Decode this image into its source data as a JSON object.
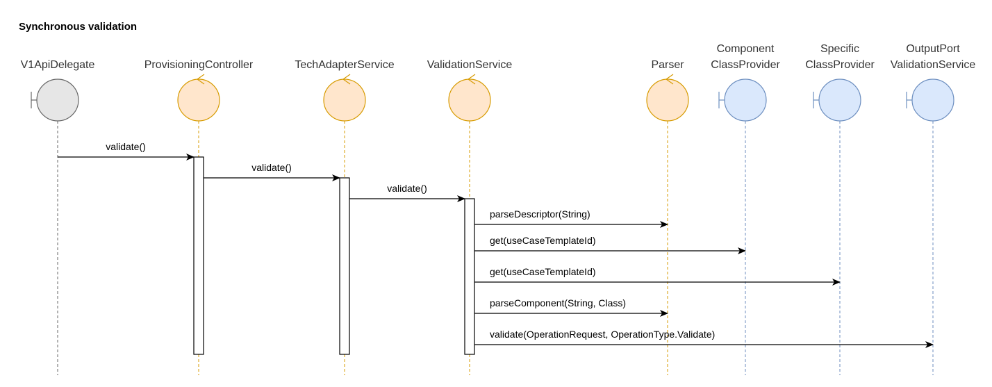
{
  "diagram": {
    "title": "Synchronous validation",
    "participants": [
      {
        "id": "v1api",
        "name": [
          "V1ApiDelegate"
        ],
        "kind": "boundary",
        "fill": "#e6e6e6",
        "stroke": "#666666",
        "lifeline": "#666666"
      },
      {
        "id": "provctrl",
        "name": [
          "ProvisioningController"
        ],
        "kind": "control",
        "fill": "#ffe6cc",
        "stroke": "#d79b00",
        "lifeline": "#d79b00"
      },
      {
        "id": "techadapter",
        "name": [
          "TechAdapterService"
        ],
        "kind": "control",
        "fill": "#ffe6cc",
        "stroke": "#d79b00",
        "lifeline": "#d79b00"
      },
      {
        "id": "validation",
        "name": [
          "ValidationService"
        ],
        "kind": "control",
        "fill": "#ffe6cc",
        "stroke": "#d79b00",
        "lifeline": "#d79b00"
      },
      {
        "id": "parser",
        "name": [
          "Parser"
        ],
        "kind": "control",
        "fill": "#ffe6cc",
        "stroke": "#d79b00",
        "lifeline": "#d79b00"
      },
      {
        "id": "compclass",
        "name": [
          "Component",
          "ClassProvider"
        ],
        "kind": "boundary",
        "fill": "#dae8fc",
        "stroke": "#6c8ebf",
        "lifeline": "#6c8ebf"
      },
      {
        "id": "specclass",
        "name": [
          "Specific",
          "ClassProvider"
        ],
        "kind": "boundary",
        "fill": "#dae8fc",
        "stroke": "#6c8ebf",
        "lifeline": "#6c8ebf"
      },
      {
        "id": "outport",
        "name": [
          "OutputPort",
          "ValidationService"
        ],
        "kind": "boundary",
        "fill": "#dae8fc",
        "stroke": "#6c8ebf",
        "lifeline": "#6c8ebf"
      }
    ],
    "activations": [
      "provctrl",
      "techadapter",
      "validation"
    ],
    "messages": [
      {
        "from": "v1api",
        "to": "provctrl",
        "label": "validate()"
      },
      {
        "from": "provctrl",
        "to": "techadapter",
        "label": "validate()"
      },
      {
        "from": "techadapter",
        "to": "validation",
        "label": "validate()"
      },
      {
        "from": "validation",
        "to": "parser",
        "label": "parseDescriptor(String)"
      },
      {
        "from": "validation",
        "to": "compclass",
        "label": "get(useCaseTemplateId)"
      },
      {
        "from": "validation",
        "to": "specclass",
        "label": "get(useCaseTemplateId)"
      },
      {
        "from": "validation",
        "to": "parser",
        "label": "parseComponent(String, Class)"
      },
      {
        "from": "validation",
        "to": "outport",
        "label": "validate(OperationRequest, OperationType.Validate)"
      }
    ]
  }
}
